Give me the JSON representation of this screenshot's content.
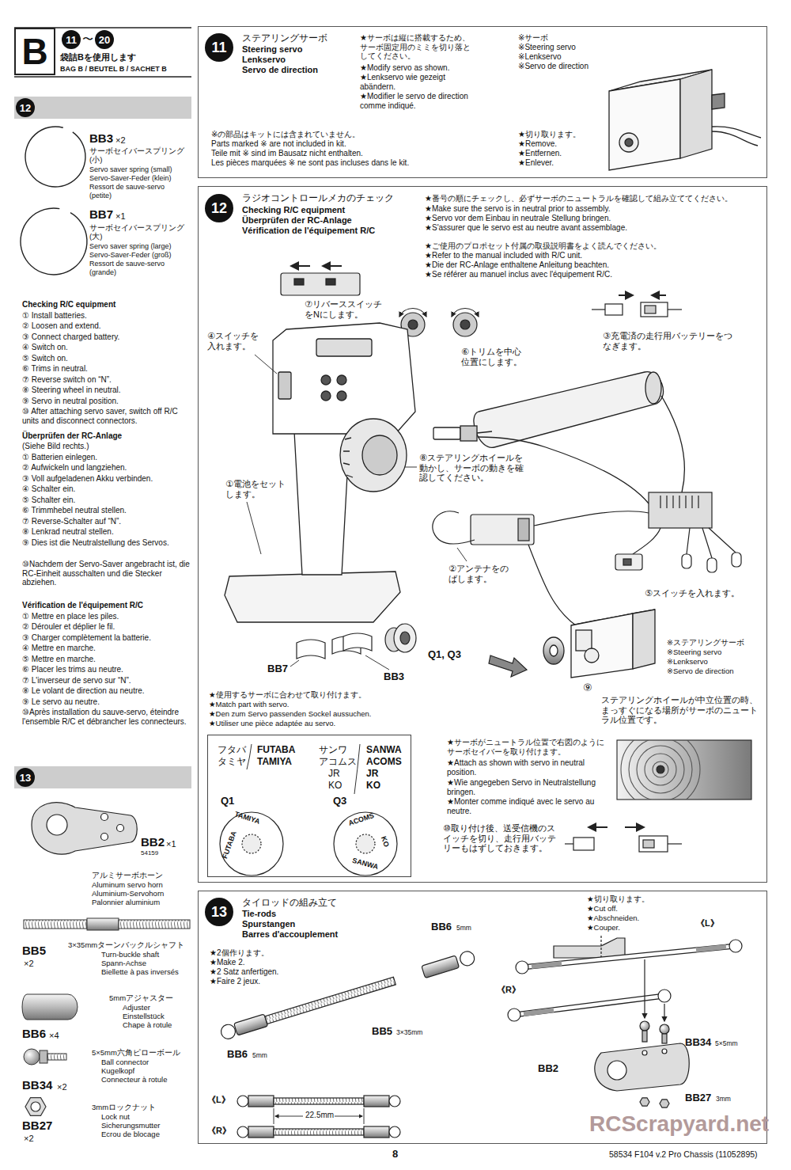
{
  "diagram": {
    "nodes": [
      {
        "text": [
          "B"
        ]
      },
      {
        "text": [
          "11"
        ]
      },
      {
        "text": [
          "20"
        ]
      },
      {
        "text": [
          "12"
        ]
      },
      {
        "text": [
          "13"
        ]
      },
      {
        "text": [
          "ステアリングサーボ",
          "Steering servo",
          "Lenkservo",
          "Servo de direction"
        ]
      },
      {
        "text": [
          "11"
        ],
        "in": 5
      },
      {
        "text": [
          "ラジオコントロールメカのチェック",
          "Checking R/C equipment",
          "Überprüfen der RC-Anlage",
          "Vérification de l'équipement R/C"
        ]
      },
      {
        "text": [
          "12"
        ],
        "in": 7
      },
      {
        "text": [
          "フタバ",
          "FUTABA",
          "サンワ",
          "SANWA",
          "タミヤ",
          "TAMIYA",
          "アコムス",
          "ACOMS",
          "JR",
          "JR",
          "KO",
          "KO",
          "Q1",
          "Q3"
        ],
        "in": 7
      },
      {
        "text": [
          "タイロッドの組み立て",
          "Tie-rods",
          "Spurstangen",
          "Barres d'accouplement"
        ]
      },
      {
        "text": [
          "13"
        ],
        "in": 10
      }
    ],
    "labels": [
      "〜",
      "袋詰Bを使用します",
      "BAG B / BEUTEL B / SACHET B",
      "BB3",
      "×2",
      "サーボセイバースプリング",
      "(小)",
      "Servo saver spring (small)",
      "Servo-Saver-Feder (klein)",
      "Ressort de sauve-servo",
      "(petite)",
      "BB7",
      "×1",
      "サーボセイバースプリング",
      "(大)",
      "Servo saver spring (large)",
      "Servo-Saver-Feder (groß)",
      "Ressort de sauve-servo",
      "(grande)",
      "Checking R/C equipment",
      "① Install batteries.",
      "② Loosen and extend.",
      "③ Connect charged battery.",
      "④ Switch on.",
      "⑤ Switch on.",
      "⑥ Trims in neutral.",
      "⑦ Reverse switch on “N”.",
      "⑧ Steering wheel in neutral.",
      "⑨ Servo in neutral position.",
      "⑩ After attaching servo saver, switch off R/C units and disconnect connectors.",
      "Überprüfen der RC-Anlage",
      "(Siehe Bild rechts.)",
      "① Batterien einlegen.",
      "② Aufwickeln und langziehen.",
      "③ Voll aufgeladenen Akku verbinden.",
      "④ Schalter ein.",
      "⑤ Schalter ein.",
      "⑥ Trimmhebel neutral stellen.",
      "⑦ Reverse-Schalter auf “N”.",
      "⑧ Lenkrad neutral stellen.",
      "⑨ Dies ist die Neutralstellung des Servos.",
      "⑩Nachdem der Servo-Saver angebracht ist, die RC-Einheit ausschalten und die Stecker abziehen.",
      "Vérification de l'équipement R/C",
      "① Mettre en place les piles.",
      "② Dérouler et déplier le fil.",
      "③ Charger complètement la batterie.",
      "④ Mettre en marche.",
      "⑤ Mettre en marche.",
      "⑥ Placer les trims au neutre.",
      "⑦ L'inverseur de servo sur “N”.",
      "⑧ Le volant de direction au neutre.",
      "⑨ Le servo au neutre.",
      "⑩Après installation du sauve-servo, éteindre l'ensemble R/C et débrancher les connecteurs.",
      "BB2",
      "×1",
      "54159",
      "アルミサーボホーン",
      "Aluminum servo horn",
      "Aluminium-Servohorn",
      "Palonnier aluminium",
      "BB5",
      "×2",
      "3×35mmターンバックルシャフト",
      "Turn-buckle shaft",
      "Spann-Achse",
      "Biellette à pas inversés",
      "5mmアジャスター",
      "Adjuster",
      "Einstellstück",
      "Chape à rotule",
      "BB6",
      "×4",
      "5×5mm六角ピローボール",
      "Ball connector",
      "Kugelkopf",
      "Connecteur à rotule",
      "BB34",
      "×2",
      "3mmロックナット",
      "Lock nut",
      "Sicherungsmutter",
      "Ecrou de blocage",
      "BB27",
      "×2",
      "★サーボは縦に搭載するため、サーボ固定用のミミを切り落としてください。",
      "★Modify servo as shown.",
      "★Lenkservo wie gezeigt abändern.",
      "★Modifier le servo de direction comme indiqué.",
      "※サーボ",
      "※Steering servo",
      "※Lenkservo",
      "※Servo de direction",
      "★切り取ります。",
      "★Remove.",
      "★Entfernen.",
      "★Enlever.",
      "※の部品はキットには含まれていません。",
      "Parts marked ※ are not included in kit.",
      "Teile mit ※ sind im Bausatz nicht enthalten.",
      "Les pièces marquées ※ ne sont pas incluses dans le kit.",
      "★番号の順にチェックし、必ずサーボのニュートラルを確認して組み立ててください。",
      "★Make sure the servo is in neutral prior to assembly.",
      "★Servo vor dem Einbau in neutrale Stellung bringen.",
      "★S'assurer que le servo est au neutre avant assemblage.",
      "★ご使用のプロポセット付属の取扱説明書をよく読んでください。",
      "★Refer to the manual included with R/C unit.",
      "★Die der RC-Anlage enthaltene Anleitung beachten.",
      "★Se référer au manuel inclus avec l'équipement R/C.",
      "⑦リバーススイッチをNにします。",
      "⑥トリムを中心位置にします。",
      "④スイッチを入れます。",
      "①電池をセットします。",
      "⑧ステアリングホイールを動かし、サーボの動きを確認してください。",
      "②アンテナをのばします。",
      "③充電済の走行用バッテリーをつなぎます。",
      "⑤スイッチを入れます。",
      "※ステアリングサーボ",
      "※Steering servo",
      "※Lenkservo",
      "※Servo de direction",
      "BB7",
      "BB3",
      "Q1, Q3",
      "⑨",
      "ステアリングホイールが中立位置の時、まっすぐになる場所がサーボのニュートラル位置です。",
      "★使用するサーボに合わせて取り付けます。",
      "★Match part with servo.",
      "★Den zum Servo passenden Sockel aussuchen.",
      "★Utiliser une pièce adaptée au servo.",
      "★サーボがニュートラル位置で右図のようにサーボセイバーを取り付けます。",
      "★Attach as shown with servo in neutral position.",
      "★Wie angegeben Servo in Neutralstellung bringen.",
      "★Monter comme indiqué avec le servo au neutre.",
      "⑩取り付け後、送受信機のスイッチを切り、走行用バッテリーもはずしておきます。",
      "TAMIYA",
      "FUTABA",
      "ACOMS",
      "KO",
      "SANWA",
      "★2個作ります。",
      "★Make 2.",
      "★2 Satz anfertigen.",
      "★Faire 2 jeux.",
      "BB6",
      "5mm",
      "BB6",
      "5mm",
      "BB5",
      "3×35mm",
      "《L》",
      "《R》",
      "22.5mm",
      "★切り取ります。",
      "★Cut off.",
      "★Abschneiden.",
      "★Couper.",
      "《L》",
      "《R》",
      "BB34",
      "5×5mm",
      "BB2",
      "BB27",
      "3mm",
      "RCScrapyard.net",
      "8",
      "58534 F104 v.2 Pro Chassis (11052895)"
    ]
  }
}
